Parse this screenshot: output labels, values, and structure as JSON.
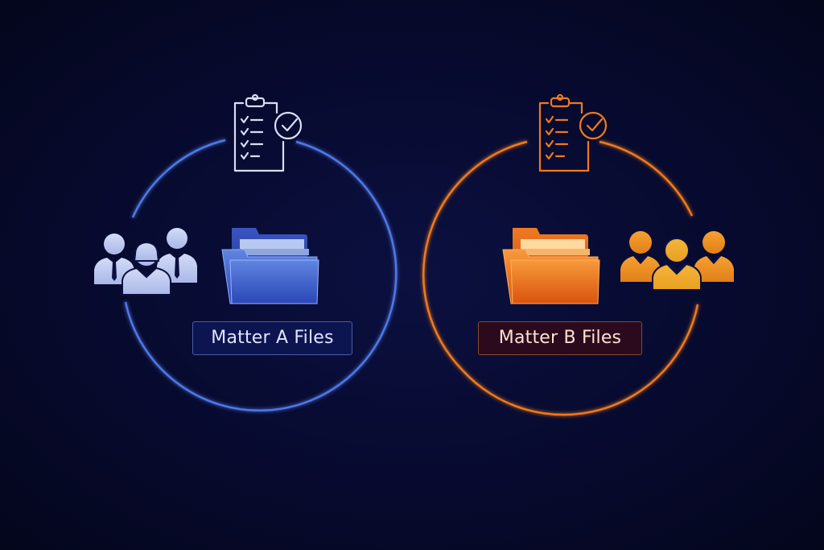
{
  "matters": [
    {
      "id": "A",
      "label": "Matter A Files",
      "accent_color": "#4f78e6",
      "icons": [
        "checklist-icon",
        "team-icon",
        "folder-icon"
      ]
    },
    {
      "id": "B",
      "label": "Matter B Files",
      "accent_color": "#f07a1a",
      "icons": [
        "checklist-icon",
        "folder-icon",
        "team-icon"
      ]
    }
  ],
  "connector": {
    "from": "Matter A Files",
    "to": "Matter B Files"
  },
  "colors": {
    "background": "#070a2e",
    "matter_a": "#4f78e6",
    "matter_b": "#f07a1a"
  }
}
